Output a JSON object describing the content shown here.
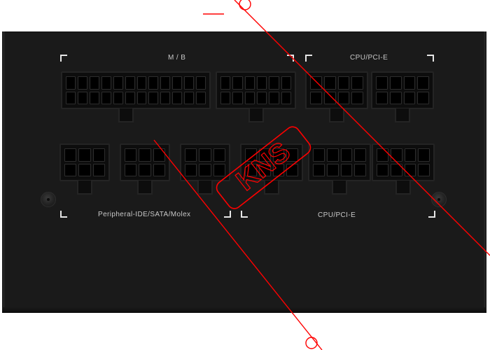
{
  "panel": {
    "labels": {
      "mb": "M / B",
      "cpu_pcie_top": "CPU/PCI-E",
      "peripheral": "Peripheral-IDE/SATA/Molex",
      "cpu_pcie_bottom": "CPU/PCI-E"
    }
  },
  "watermark": {
    "text": "KNS"
  },
  "colors": {
    "panel": "#1a1a1a",
    "label": "#c8c8c8",
    "watermark": "#ff0000"
  }
}
